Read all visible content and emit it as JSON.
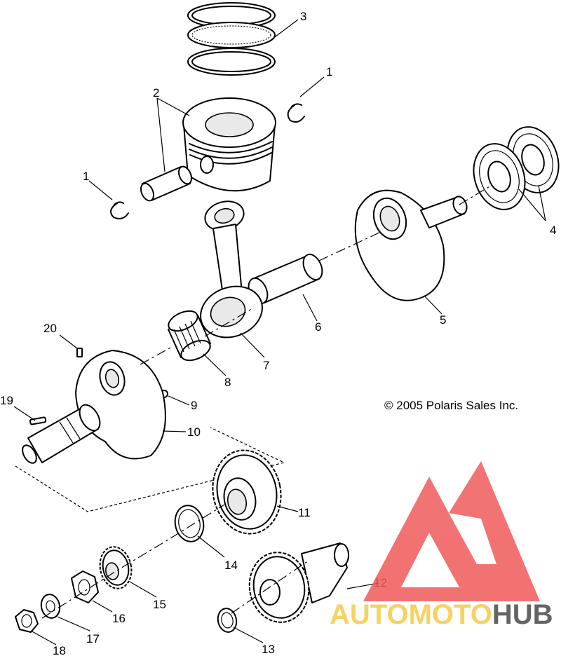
{
  "diagram": {
    "copyright": "© 2005 Polaris Sales Inc.",
    "callouts": [
      {
        "id": "1a",
        "text": "1"
      },
      {
        "id": "1b",
        "text": "1"
      },
      {
        "id": "2",
        "text": "2"
      },
      {
        "id": "3",
        "text": "3"
      },
      {
        "id": "4",
        "text": "4"
      },
      {
        "id": "5",
        "text": "5"
      },
      {
        "id": "6",
        "text": "6"
      },
      {
        "id": "7",
        "text": "7"
      },
      {
        "id": "8",
        "text": "8"
      },
      {
        "id": "9",
        "text": "9"
      },
      {
        "id": "10",
        "text": "10"
      },
      {
        "id": "11",
        "text": "11"
      },
      {
        "id": "12",
        "text": "12"
      },
      {
        "id": "13",
        "text": "13"
      },
      {
        "id": "14",
        "text": "14"
      },
      {
        "id": "15",
        "text": "15"
      },
      {
        "id": "16",
        "text": "16"
      },
      {
        "id": "17",
        "text": "17"
      },
      {
        "id": "18",
        "text": "18"
      },
      {
        "id": "19",
        "text": "19"
      },
      {
        "id": "20",
        "text": "20"
      }
    ]
  },
  "watermark": {
    "text_part1": "AUTOMOTO",
    "text_part2": "HUB",
    "color_triangle": "#f05a5a",
    "color_part1": "#f7c948",
    "color_part2": "#4a4a4a"
  }
}
